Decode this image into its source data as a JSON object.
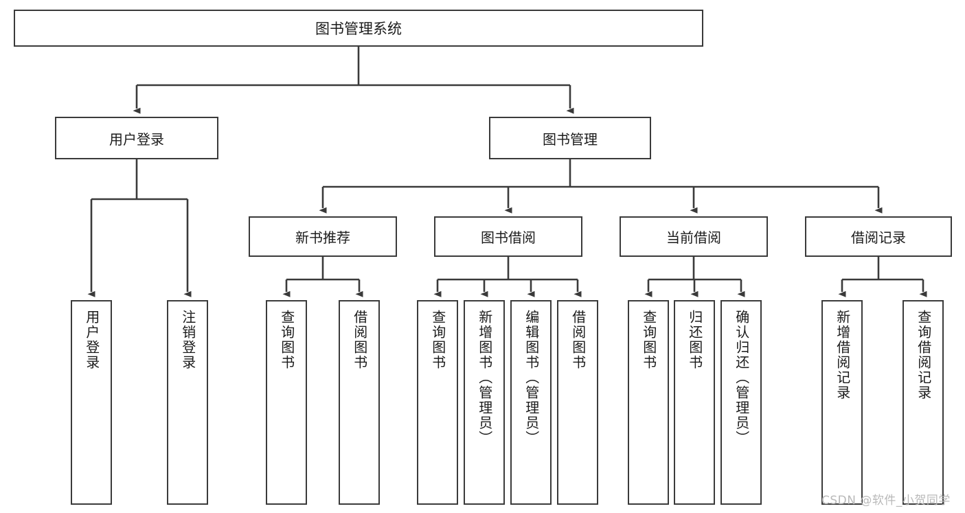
{
  "diagram": {
    "type": "tree-hierarchy",
    "title": "图书管理系统",
    "watermark": "CSDN @软件_小贺同学",
    "line_color": "#3a3a3a",
    "box_fill": "#ffffff",
    "text_color": "#1b1b1b",
    "root": {
      "id": "root",
      "label": "图书管理系统"
    },
    "level2": [
      {
        "id": "user-login",
        "label": "用户登录"
      },
      {
        "id": "book-manage",
        "label": "图书管理"
      }
    ],
    "level3": [
      {
        "id": "new-book-recommend",
        "label": "新书推荐",
        "parent": "book-manage"
      },
      {
        "id": "book-borrow",
        "label": "图书借阅",
        "parent": "book-manage"
      },
      {
        "id": "current-borrow",
        "label": "当前借阅",
        "parent": "book-manage"
      },
      {
        "id": "borrow-record",
        "label": "借阅记录",
        "parent": "book-manage"
      }
    ],
    "leaves": {
      "user-login": [
        {
          "id": "leaf-user-login",
          "label": "用户登录"
        },
        {
          "id": "leaf-user-logout",
          "label": "注销登录"
        }
      ],
      "new-book-recommend": [
        {
          "id": "leaf-query-book-1",
          "label": "查询图书"
        },
        {
          "id": "leaf-borrow-book-1",
          "label": "借阅图书"
        }
      ],
      "book-borrow": [
        {
          "id": "leaf-query-book-2",
          "label": "查询图书"
        },
        {
          "id": "leaf-add-book",
          "label": "新增图书（管理员）"
        },
        {
          "id": "leaf-edit-book",
          "label": "编辑图书（管理员）"
        },
        {
          "id": "leaf-borrow-book-2",
          "label": "借阅图书"
        }
      ],
      "current-borrow": [
        {
          "id": "leaf-query-book-3",
          "label": "查询图书"
        },
        {
          "id": "leaf-return-book",
          "label": "归还图书"
        },
        {
          "id": "leaf-confirm-return",
          "label": "确认归还（管理员）"
        }
      ],
      "borrow-record": [
        {
          "id": "leaf-add-record",
          "label": "新增借阅记录"
        },
        {
          "id": "leaf-query-record",
          "label": "查询借阅记录"
        }
      ]
    }
  }
}
